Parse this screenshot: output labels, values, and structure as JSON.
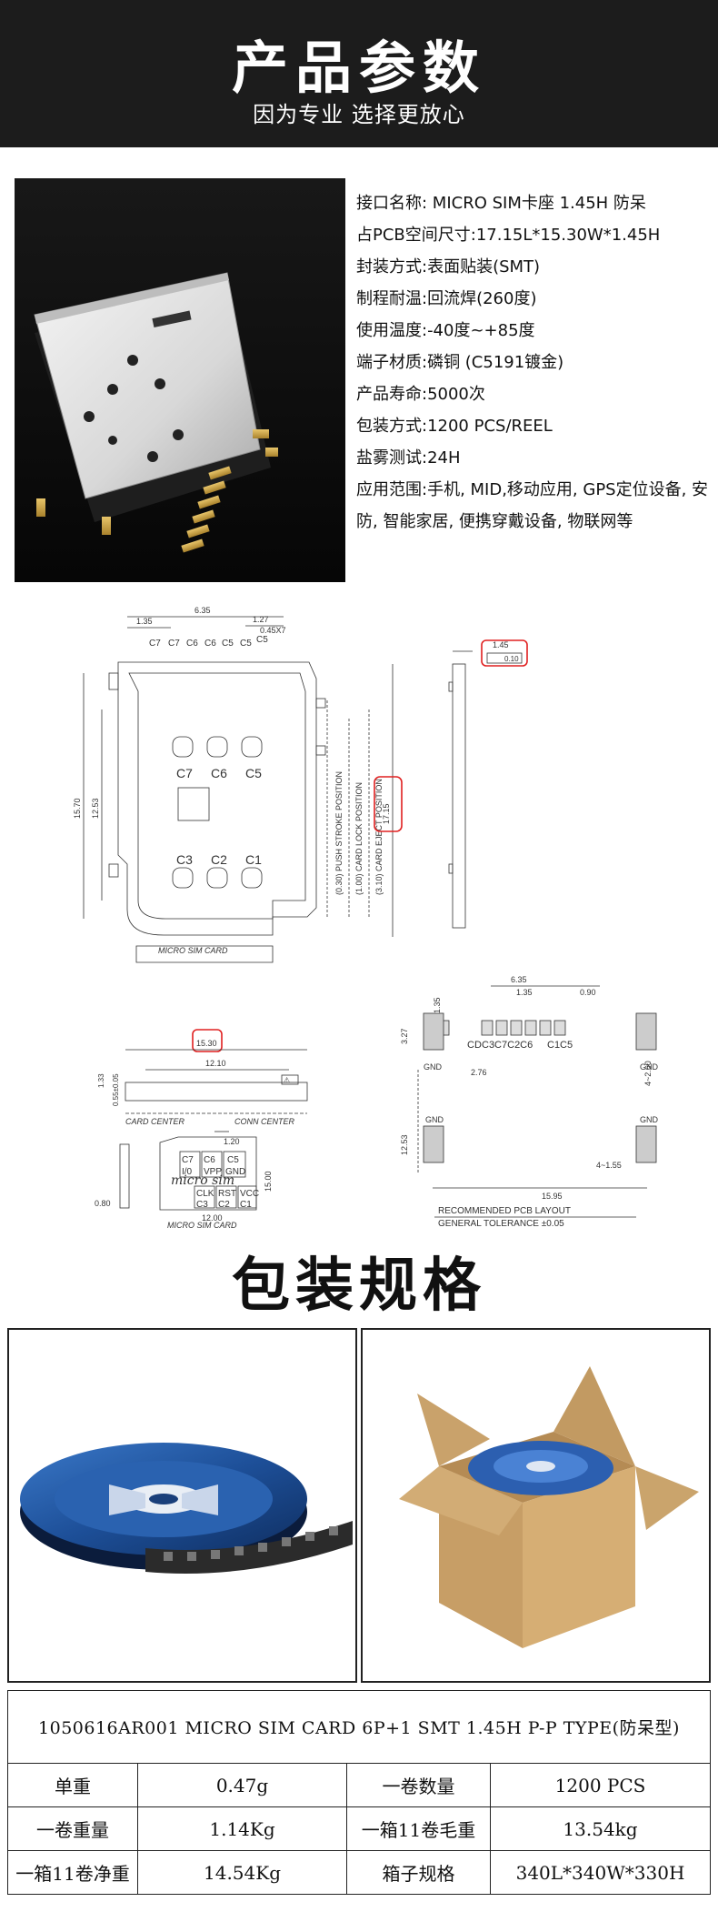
{
  "header": {
    "title": "产品参数",
    "subtitle": "因为专业 选择更放心"
  },
  "specs": [
    "接口名称: MICRO SIM卡座 1.45H 防呆",
    "占PCB空间尺寸:17.15L*15.30W*1.45H",
    "封装方式:表面贴装(SMT)",
    "制程耐温:回流焊(260度)",
    "使用温度:-40度~+85度",
    "端子材质:磷铜 (C5191镀金)",
    "产品寿命:5000次",
    "包装方式:1200 PCS/REEL",
    "盐雾测试:24H",
    "应用范围:手机, MID,移动应用, GPS定位设备, 安防, 智能家居, 便携穿戴设备, 物联网等"
  ],
  "drawing": {
    "top_dims": [
      "1.35",
      "6.35",
      "1.27",
      "0.45X7",
      "1.45",
      "0.10"
    ],
    "contacts_top": [
      "C7",
      "C6",
      "C5"
    ],
    "contacts_bottom": [
      "C3",
      "C2",
      "C1"
    ],
    "side_dims": [
      "15.70",
      "12.53",
      "17.15"
    ],
    "positions": [
      "(0.30) PUSH STROKE POSITION",
      "(1.00) CARD LOCK POSITION",
      "(3.10) CARD EJECT POSITION"
    ],
    "card_label": "MICRO SIM CARD",
    "front_dims": [
      "1.33",
      "0.55±0.05",
      "15.30",
      "12.10",
      "1.20"
    ],
    "front_labels": [
      "CARD CENTER",
      "CONN CENTER"
    ],
    "card_pins_top": [
      "C7\nI/O",
      "C6\nVPP",
      "C5\nGND"
    ],
    "card_pins_bottom": [
      "CLK\nC3",
      "RST\nC2",
      "VCC\nC1"
    ],
    "card_text": "micro sim",
    "card_dims": [
      "0.80",
      "12.00",
      "15.00"
    ],
    "layout_dims": [
      "6.35",
      "1.35",
      "0.90",
      "1.35",
      "3.27",
      "2.76",
      "4~2.60",
      "12.53",
      "15.95",
      "4~1.55"
    ],
    "layout_pins": [
      "CD",
      "C3",
      "C7",
      "C2",
      "C6",
      "C1",
      "C5"
    ],
    "gnd": "GND",
    "layout_title": "RECOMMENDED PCB LAYOUT",
    "tolerance": "GENERAL TOLERANCE ±0.05"
  },
  "packaging": {
    "title": "包装规格"
  },
  "table": {
    "title": "1050616AR001 MICRO SIM CARD 6P+1 SMT 1.45H P-P TYPE(防呆型)",
    "rows": [
      [
        "单重",
        "0.47g",
        "一卷数量",
        "1200 PCS"
      ],
      [
        "一卷重量",
        "1.14Kg",
        "一箱11卷毛重",
        "13.54kg"
      ],
      [
        "一箱11卷净重",
        "14.54Kg",
        "箱子规格",
        "340L*340W*330H"
      ]
    ]
  }
}
